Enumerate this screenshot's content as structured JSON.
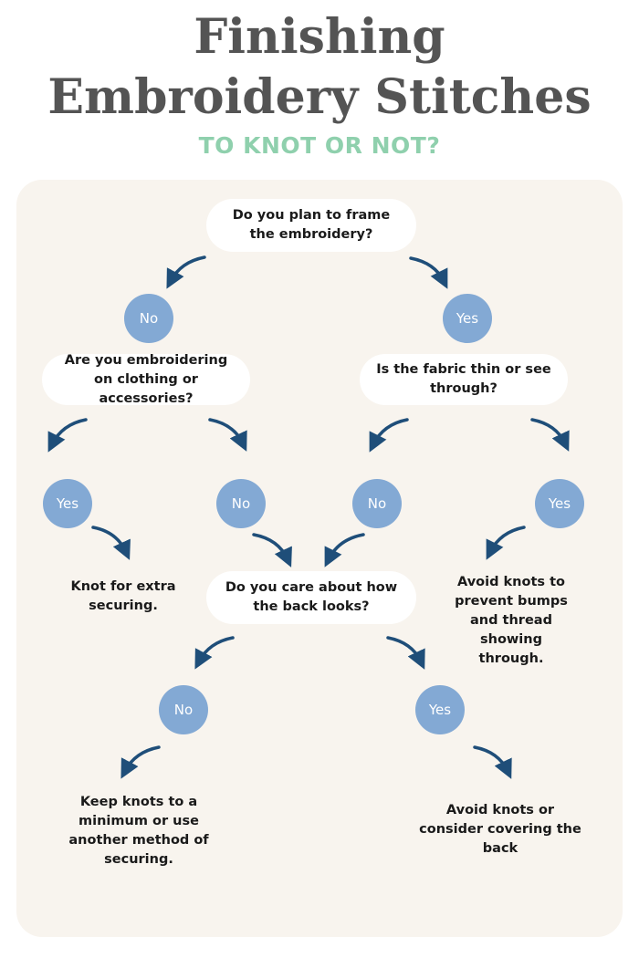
{
  "header": {
    "title_line1": "Finishing",
    "title_line2": "Embroidery Stitches",
    "subtitle": "TO KNOT OR NOT?"
  },
  "flow": {
    "q_frame": "Do you plan to frame the embroidery?",
    "q_clothing": "Are you embroidering on clothing or accessories?",
    "q_fabric": "Is the fabric thin or see through?",
    "q_back": "Do you care about how the back looks?",
    "answer_no": "No",
    "answer_yes": "Yes",
    "r_knot_extra": "Knot for extra securing.",
    "r_avoid_bumps": "Avoid knots to prevent bumps and thread showing through.",
    "r_keep_minimum": "Keep knots to a minimum or use another method of securing.",
    "r_avoid_cover": "Avoid knots or consider covering the back"
  },
  "colors": {
    "title": "#545454",
    "subtitle": "#8fd0ad",
    "panel": "#f8f4ee",
    "circle": "#83a9d4",
    "arrow": "#1f4e79"
  }
}
